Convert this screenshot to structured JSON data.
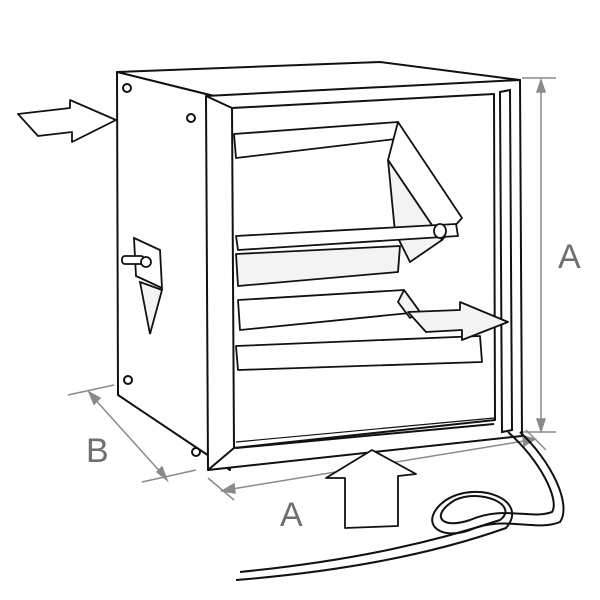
{
  "labels": {
    "height": "A",
    "width": "A",
    "depth": "B"
  },
  "colors": {
    "line": "#111111",
    "dim": "#8a8a8a",
    "label": "#6f6f6f",
    "fill": "#ffffff",
    "shade": "#f3f3f3"
  }
}
